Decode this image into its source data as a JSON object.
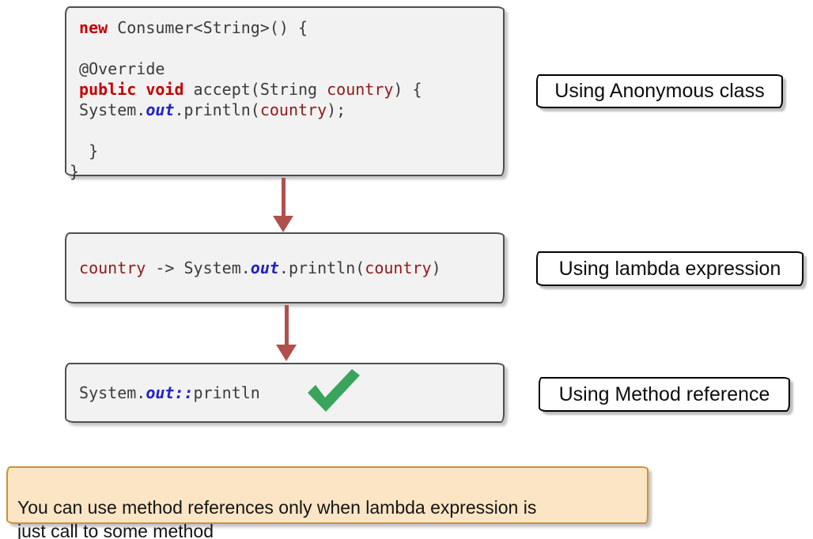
{
  "code_blocks": [
    {
      "name": "anonymous-class-code",
      "lines": [
        [
          [
            "pl",
            " "
          ],
          [
            "kw",
            "new"
          ],
          [
            "pl",
            " Consumer<String>() {"
          ]
        ],
        [],
        [
          [
            "pl",
            " @Override"
          ]
        ],
        [
          [
            "pl",
            " "
          ],
          [
            "kw",
            "public void"
          ],
          [
            "pl",
            " accept(String "
          ],
          [
            "var",
            "country"
          ],
          [
            "pl",
            ") {"
          ]
        ],
        [
          [
            "pl",
            " System."
          ],
          [
            "out",
            "out"
          ],
          [
            "pl",
            ".println("
          ],
          [
            "var",
            "country"
          ],
          [
            "pl",
            ");"
          ]
        ],
        [],
        [
          [
            "pl",
            "  }"
          ]
        ],
        [
          [
            "pl",
            "}"
          ]
        ]
      ]
    },
    {
      "name": "lambda-expression-code",
      "lines": [
        [
          [
            "pl",
            " "
          ],
          [
            "var",
            "country"
          ],
          [
            "pl",
            " -> System."
          ],
          [
            "out",
            "out"
          ],
          [
            "pl",
            ".println("
          ],
          [
            "var",
            "country"
          ],
          [
            "pl",
            ")"
          ]
        ]
      ]
    },
    {
      "name": "method-reference-code",
      "lines": [
        [
          [
            "pl",
            " System."
          ],
          [
            "out",
            "out::"
          ],
          [
            "pl",
            "println"
          ]
        ]
      ]
    }
  ],
  "labels": [
    {
      "text": "Using Anonymous class"
    },
    {
      "text": "Using lambda expression"
    },
    {
      "text": "Using Method reference"
    }
  ],
  "note": {
    "text": "You can use method references only when lambda expression is\njust call to some method"
  },
  "icons": {
    "check": "green-check"
  },
  "colors": {
    "keyword": "#c40000",
    "plain_code": "#3b3b3b",
    "variable": "#8e1a1a",
    "field_out": "#2020cc",
    "arrow": "#b0504e",
    "check": "#3aa45c",
    "code_box_bg": "#f2f2f2",
    "code_box_border": "#4f4f4f",
    "label_bg": "#ffffff",
    "label_border": "#000000",
    "note_bg": "#fce5c4",
    "note_border": "#c79334"
  }
}
